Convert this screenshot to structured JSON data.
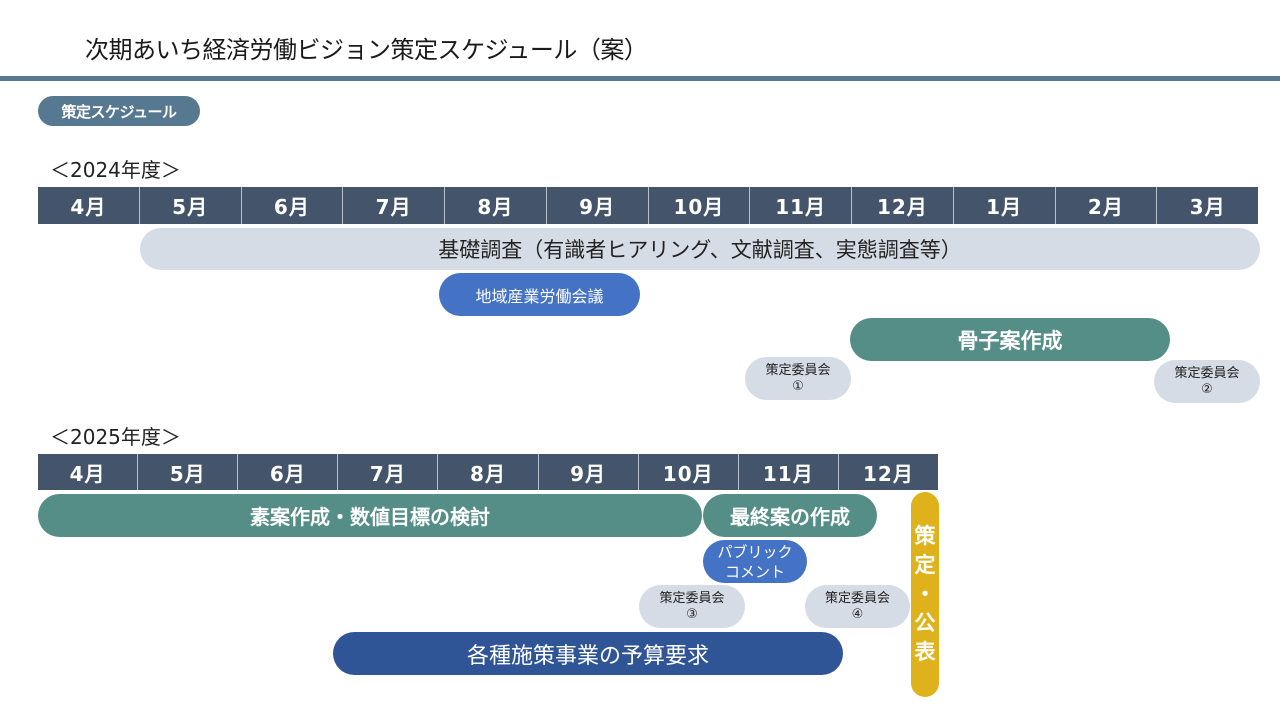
{
  "page": {
    "title": "次期あいち経済労働ビジョン策定スケジュール（案）",
    "section_badge": "策定スケジュール",
    "colors": {
      "divider": "#567891",
      "month_header": "#44546a",
      "light_bar": "#d6dce5",
      "blue_bar": "#4472c4",
      "teal_bar": "#548e87",
      "navy_bar": "#2f5597",
      "gold_bar": "#dfb21c"
    }
  },
  "fy2024": {
    "label": "＜2024年度＞",
    "months": [
      "4月",
      "5月",
      "6月",
      "7月",
      "8月",
      "9月",
      "10月",
      "11月",
      "12月",
      "1月",
      "2月",
      "3月"
    ],
    "tasks": {
      "basic_survey": "基礎調査（有識者ヒアリング、文献調査、実態調査等）",
      "regional_council": "地域産業労働会議",
      "skeleton_draft": "骨子案作成",
      "committee1": {
        "line1": "策定委員会",
        "line2": "①"
      },
      "committee2": {
        "line1": "策定委員会",
        "line2": "②"
      }
    }
  },
  "fy2025": {
    "label": "＜2025年度＞",
    "months": [
      "4月",
      "5月",
      "6月",
      "7月",
      "8月",
      "9月",
      "10月",
      "11月",
      "12月"
    ],
    "tasks": {
      "draft_targets": "素案作成・数値目標の検討",
      "final_draft": "最終案の作成",
      "public_comment": {
        "line1": "パブリック",
        "line2": "コメント"
      },
      "committee3": {
        "line1": "策定委員会",
        "line2": "③"
      },
      "committee4": {
        "line1": "策定委員会",
        "line2": "④"
      },
      "budget_request": "各種施策事業の予算要求",
      "publish": [
        "策",
        "定",
        "・",
        "公",
        "表"
      ]
    }
  }
}
